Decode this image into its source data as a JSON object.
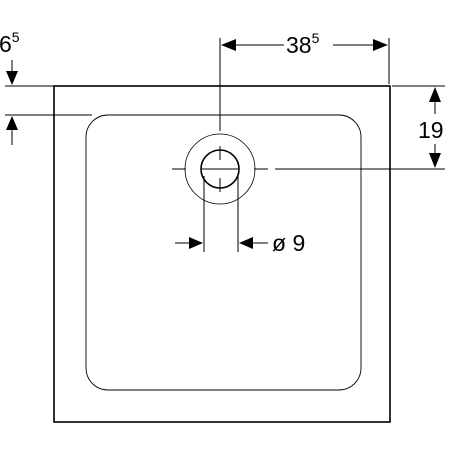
{
  "dimensions": {
    "left_offset": {
      "main": "6",
      "sup": "5"
    },
    "drain_offset_x": {
      "main": "38",
      "sup": "5"
    },
    "drain_offset_y": {
      "main": "19"
    },
    "drain_diameter": {
      "symbol": "ø",
      "value": "9"
    }
  },
  "colors": {
    "line": "#000000",
    "basin_fill": "#ffffff",
    "background": "#ffffff"
  }
}
